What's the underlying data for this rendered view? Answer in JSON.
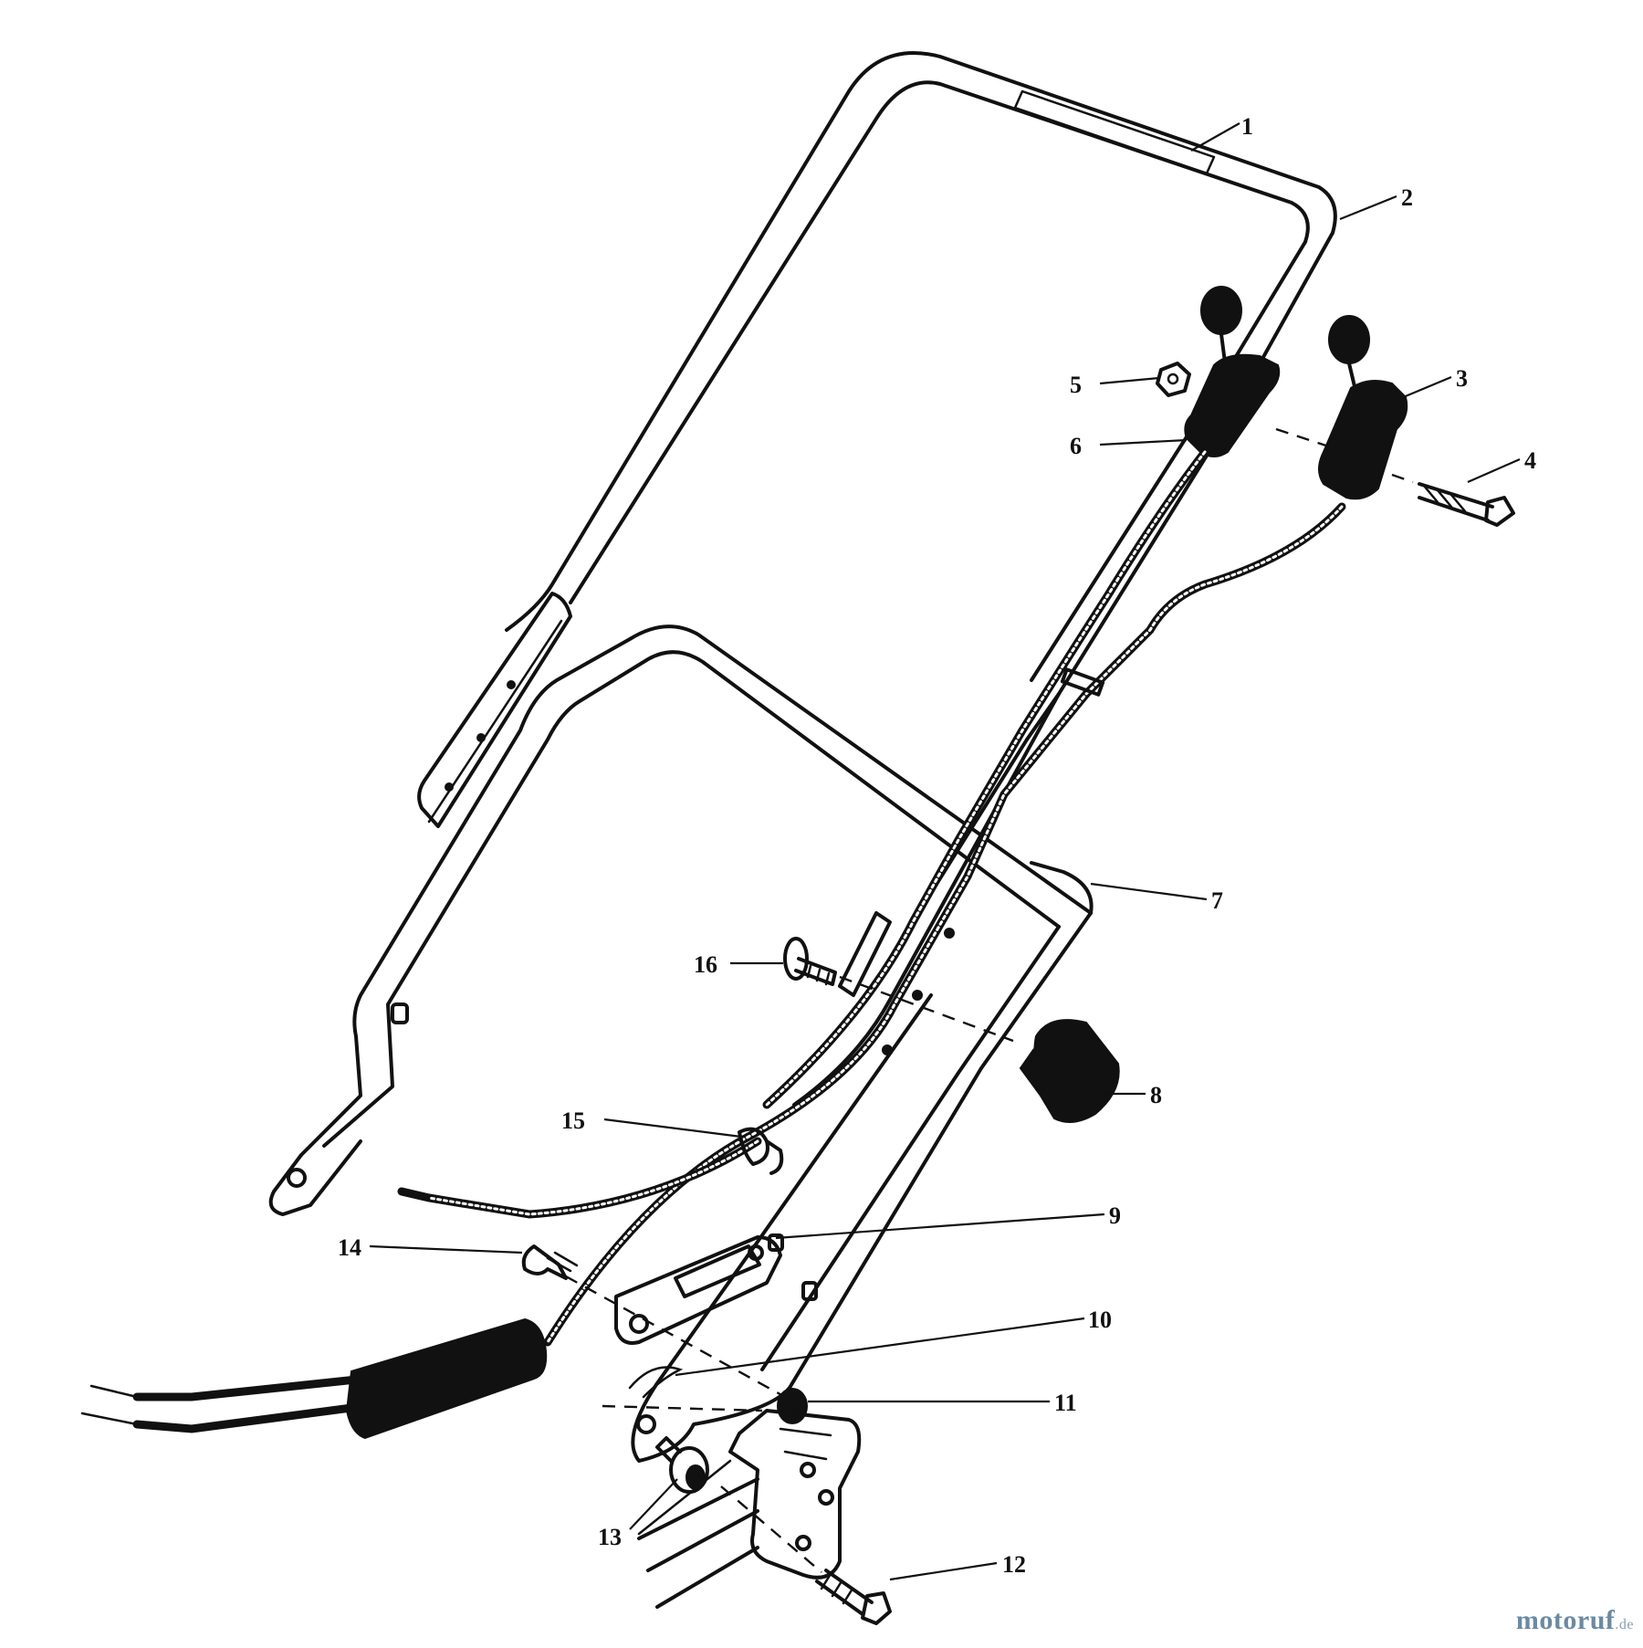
{
  "diagram": {
    "callouts": [
      {
        "id": "1",
        "label": "1"
      },
      {
        "id": "2",
        "label": "2"
      },
      {
        "id": "3",
        "label": "3"
      },
      {
        "id": "4",
        "label": "4"
      },
      {
        "id": "5",
        "label": "5"
      },
      {
        "id": "6",
        "label": "6"
      },
      {
        "id": "7",
        "label": "7"
      },
      {
        "id": "8",
        "label": "8"
      },
      {
        "id": "9",
        "label": "9"
      },
      {
        "id": "10",
        "label": "10"
      },
      {
        "id": "11",
        "label": "11"
      },
      {
        "id": "12",
        "label": "12"
      },
      {
        "id": "13",
        "label": "13"
      },
      {
        "id": "14",
        "label": "14"
      },
      {
        "id": "15",
        "label": "15"
      },
      {
        "id": "16",
        "label": "16"
      }
    ]
  },
  "watermark": {
    "brand": "motoruf",
    "tld": ".de"
  }
}
